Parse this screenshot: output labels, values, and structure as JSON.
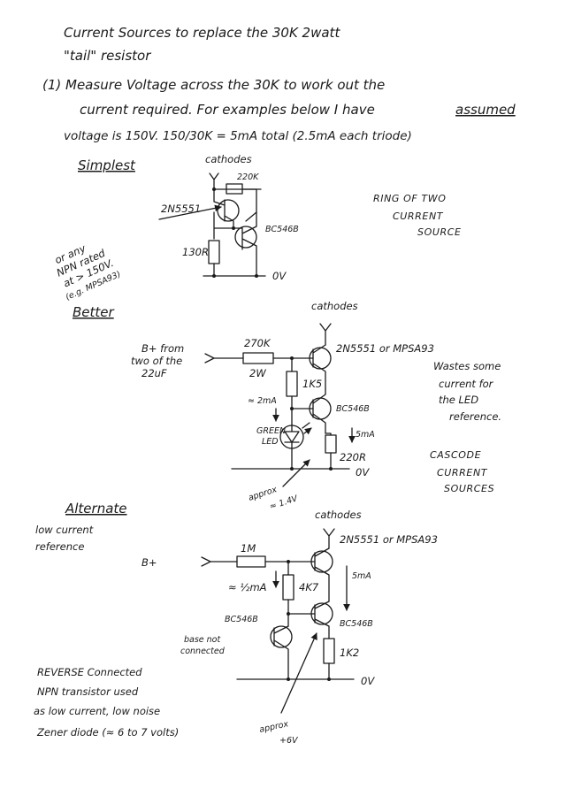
{
  "header": {
    "title_line1": "Current Sources to replace the 30K 2watt",
    "title_line2": "\"tail\" resistor",
    "note_line1": "(1) Measure Voltage across the 30K to work out the",
    "note_line2a": "current required. For examples below I have",
    "note_line2b": "assumed",
    "note_line3": "voltage is 150V. 150/30K = 5mA total (2.5mA each triode)"
  },
  "simplest": {
    "heading": "Simplest",
    "cathodes": "cathodes",
    "r_top": "220K",
    "q_top": "2N5551",
    "q_bottom": "BC546B",
    "r_bottom": "130R",
    "ground": "0V",
    "note_lines": [
      "or any",
      "NPN rated",
      "at > 150V.",
      "(e.g. MPSA93)"
    ],
    "desc_lines": [
      "RING OF TWO",
      "CURRENT",
      "SOURCE"
    ]
  },
  "better": {
    "heading": "Better",
    "cathodes": "cathodes",
    "bplus_lines": [
      "B+ from",
      "two of the",
      "22uF"
    ],
    "r_feed": "270K",
    "r_feed_power": "2W",
    "q_top": "2N5551 or MPSA93",
    "r_mid": "1K5",
    "current": "≈ 2mA",
    "q_bottom": "BC546B",
    "led_lines": [
      "GREEN",
      "LED"
    ],
    "r_emitter": "220R",
    "current_out": "5mA",
    "ground": "0V",
    "approx": "approx",
    "approx_v": "≈ 1.4V",
    "side_lines": [
      "Wastes some",
      "current for",
      "the LED",
      "reference."
    ],
    "type_lines": [
      "CASCODE",
      "CURRENT",
      "SOURCES"
    ]
  },
  "alternate": {
    "heading": "Alternate",
    "sub_lines": [
      "low current",
      "reference"
    ],
    "bplus": "B+",
    "cathodes": "cathodes",
    "r_feed": "1M",
    "q_top": "2N5551 or MPSA93",
    "current": "≈ ½mA",
    "r_mid": "4K7",
    "current_out": "5mA",
    "q_zener": "BC546B",
    "q_bottom": "BC546B",
    "base_note_lines": [
      "base not",
      "connected"
    ],
    "r_emitter": "1K2",
    "ground": "0V",
    "approx": "approx",
    "approx_v": "+6V",
    "footer_lines": [
      "REVERSE Connected",
      "NPN transistor used",
      "as low current, low noise",
      "Zener diode (≈ 6 to 7 volts)"
    ]
  }
}
